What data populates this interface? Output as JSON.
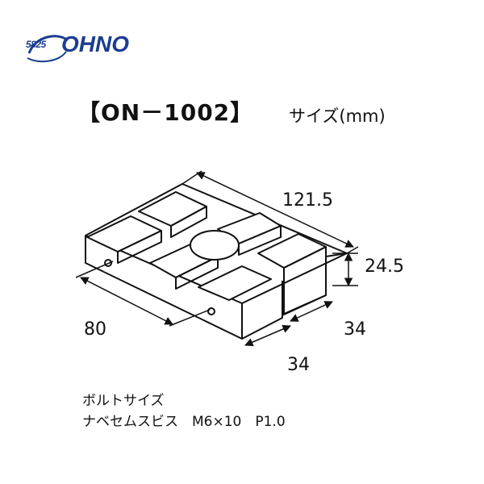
{
  "logo": {
    "number": "5825",
    "name": "OHNO",
    "color": "#1a3d8f"
  },
  "title": {
    "model": "【ON－1002】",
    "subtitle": "サイズ(mm)"
  },
  "dimensions": {
    "length": "121.5",
    "height": "24.5",
    "width_right": "34",
    "width_front": "34",
    "bolt_pitch": "80"
  },
  "spec": {
    "line1": "ボルトサイズ",
    "line2": "ナベセムスビス　M6×10　P1.0"
  }
}
